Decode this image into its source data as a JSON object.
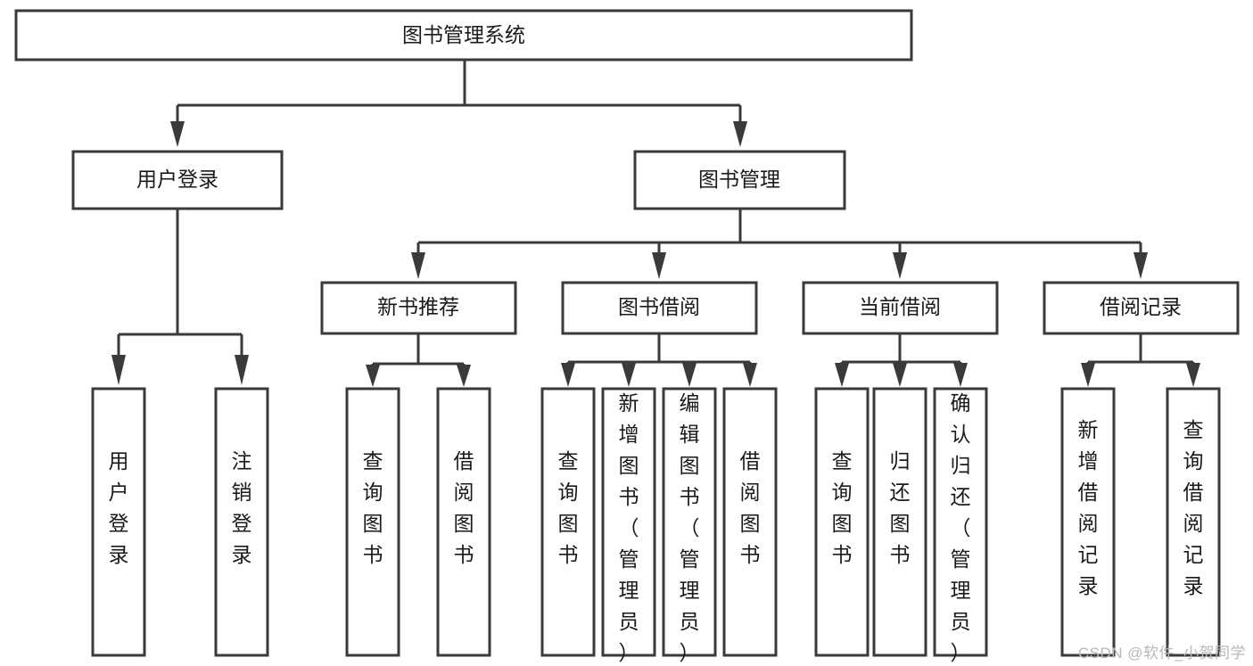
{
  "diagram": {
    "type": "tree-hierarchy-chart",
    "title": "图书管理系统",
    "watermark": "CSDN @软件_小贺同学",
    "colors": {
      "stroke": "#3a3a3a",
      "fill": "#ffffff",
      "text": "#1a1a1a",
      "watermark": "#b8b8b8",
      "background": "#ffffff"
    },
    "nodes": {
      "root": {
        "label": "图书管理系统",
        "orientation": "horizontal"
      },
      "level2": [
        {
          "label": "用户登录",
          "orientation": "horizontal"
        },
        {
          "label": "图书管理",
          "orientation": "horizontal"
        }
      ],
      "level3": [
        {
          "label": "新书推荐",
          "orientation": "horizontal"
        },
        {
          "label": "图书借阅",
          "orientation": "horizontal"
        },
        {
          "label": "当前借阅",
          "orientation": "horizontal"
        },
        {
          "label": "借阅记录",
          "orientation": "horizontal"
        }
      ],
      "leaves_user_login": [
        {
          "label": "用户登录",
          "orientation": "vertical"
        },
        {
          "label": "注销登录",
          "orientation": "vertical"
        }
      ],
      "leaves_new_book": [
        {
          "label": "查询图书",
          "orientation": "vertical"
        },
        {
          "label": "借阅图书",
          "orientation": "vertical"
        }
      ],
      "leaves_book_borrow": [
        {
          "label": "查询图书",
          "orientation": "vertical"
        },
        {
          "label": "新增图书（管理员）",
          "orientation": "vertical"
        },
        {
          "label": "编辑图书（管理员）",
          "orientation": "vertical"
        },
        {
          "label": "借阅图书",
          "orientation": "vertical"
        }
      ],
      "leaves_current_borrow": [
        {
          "label": "查询图书",
          "orientation": "vertical"
        },
        {
          "label": "归还图书",
          "orientation": "vertical"
        },
        {
          "label": "确认归还（管理员）",
          "orientation": "vertical"
        }
      ],
      "leaves_borrow_record": [
        {
          "label": "新增借阅记录",
          "orientation": "vertical"
        },
        {
          "label": "查询借阅记录",
          "orientation": "vertical"
        }
      ]
    }
  }
}
